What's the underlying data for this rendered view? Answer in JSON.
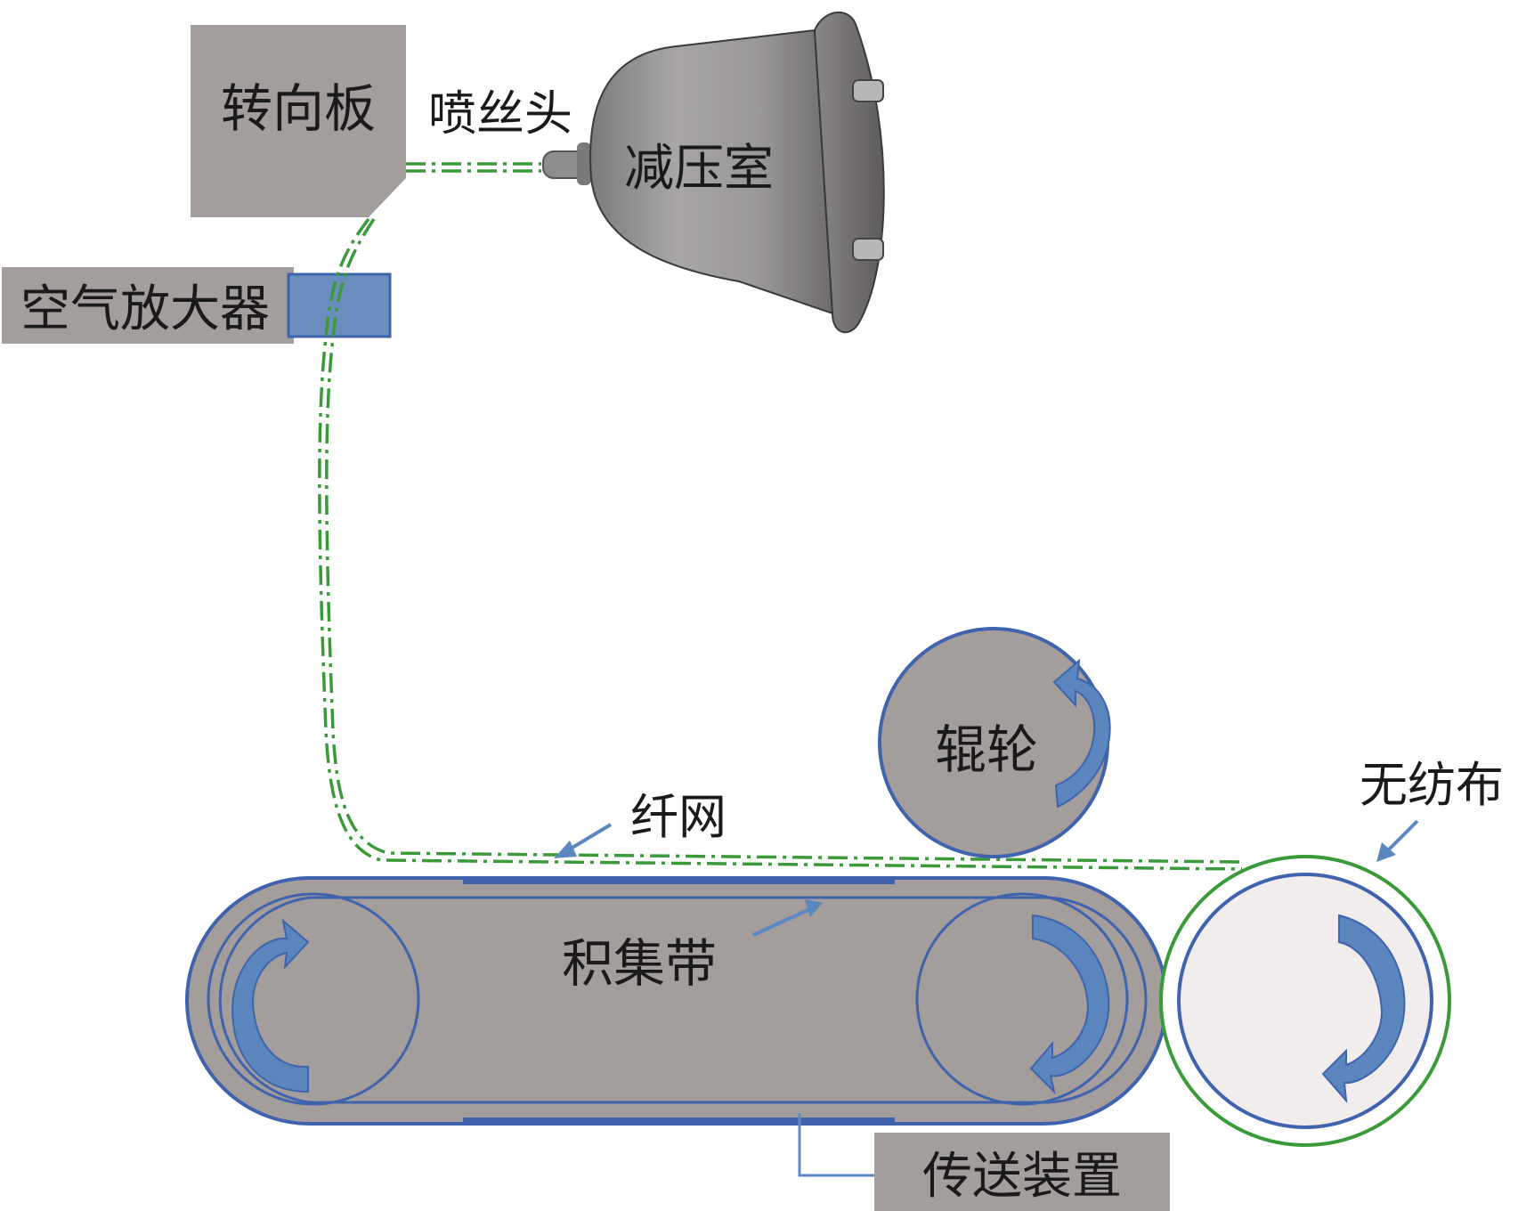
{
  "labels": {
    "deflector": "转向板",
    "spinneret": "喷丝头",
    "decompression_chamber": "减压室",
    "air_amplifier": "空气放大器",
    "fiber_web": "纤网",
    "roller": "辊轮",
    "nonwoven": "无纺布",
    "collector_belt": "积集带",
    "conveyor": "传送装置"
  },
  "colors": {
    "gray_fill": "#a39d9c",
    "blue_stroke": "#3f63ad",
    "blue_arrow": "#5a86bd",
    "amplifier_fill": "#6a8fbe",
    "fiber_green": "#3a9a3a",
    "nonwoven_fill": "#f1eded",
    "callout_arrow": "#5c88c2"
  }
}
